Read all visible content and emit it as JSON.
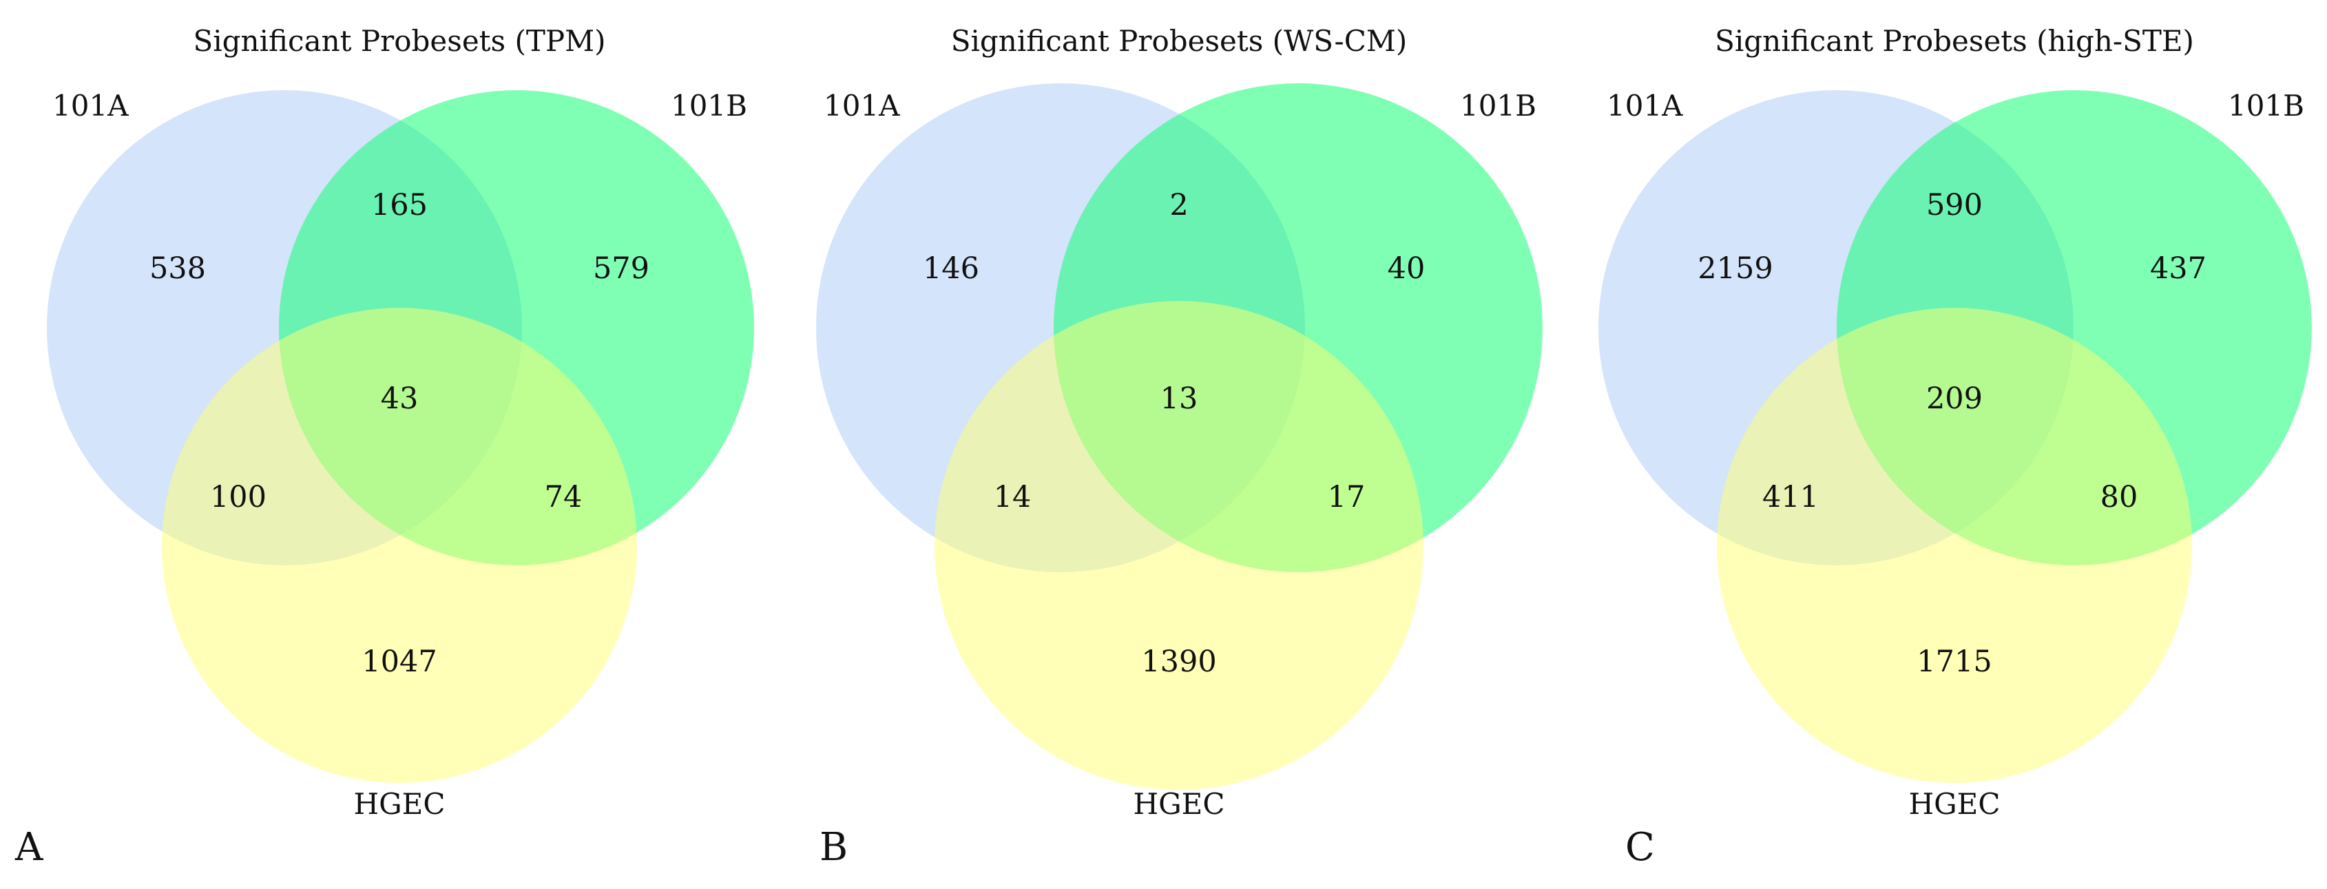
{
  "figure": {
    "panels": [
      {
        "letter": "A",
        "title": "Significant Probesets (TPM)",
        "sets": [
          {
            "name": "101A",
            "color": "#a9c9f5"
          },
          {
            "name": "101B",
            "color": "#00ff6a"
          },
          {
            "name": "HGEC",
            "color": "#ffff70"
          }
        ],
        "regions": {
          "only_a": "538",
          "only_b": "579",
          "only_c": "1047",
          "a_b": "165",
          "a_c": "100",
          "b_c": "74",
          "a_b_c": "43"
        }
      },
      {
        "letter": "B",
        "title": "Significant Probesets (WS-CM)",
        "sets": [
          {
            "name": "101A",
            "color": "#a9c9f5"
          },
          {
            "name": "101B",
            "color": "#00ff6a"
          },
          {
            "name": "HGEC",
            "color": "#ffff70"
          }
        ],
        "regions": {
          "only_a": "146",
          "only_b": "40",
          "only_c": "1390",
          "a_b": "2",
          "a_c": "14",
          "b_c": "17",
          "a_b_c": "13"
        }
      },
      {
        "letter": "C",
        "title": "Significant Probesets (high-STE)",
        "sets": [
          {
            "name": "101A",
            "color": "#a9c9f5"
          },
          {
            "name": "101B",
            "color": "#00ff6a"
          },
          {
            "name": "HGEC",
            "color": "#ffff70"
          }
        ],
        "regions": {
          "only_a": "2159",
          "only_b": "437",
          "only_c": "1715",
          "a_b": "590",
          "a_c": "411",
          "b_c": "80",
          "a_b_c": "209"
        }
      }
    ]
  }
}
